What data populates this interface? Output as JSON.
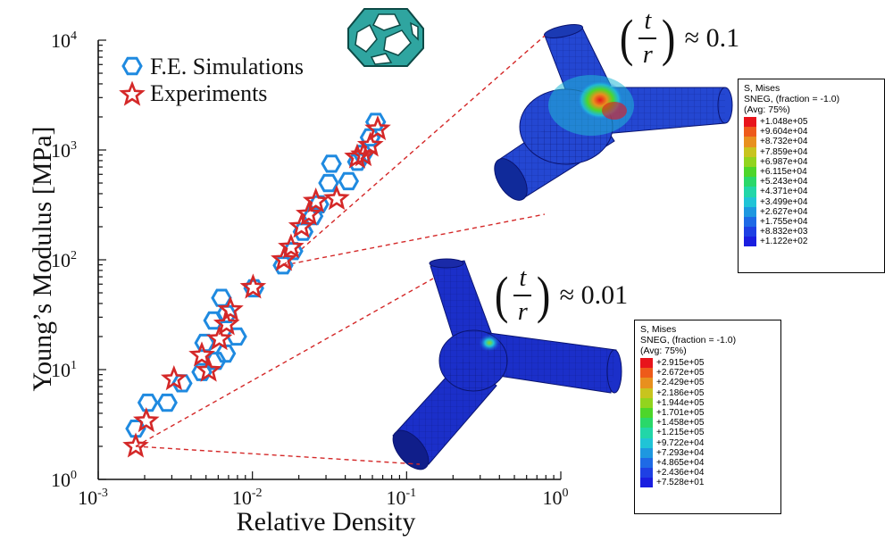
{
  "chart_data": {
    "type": "scatter",
    "xlabel": "Relative Density",
    "ylabel": "Young’s Modulus [MPa]",
    "x_scale": "log",
    "y_scale": "log",
    "xlim": [
      0.001,
      1
    ],
    "ylim": [
      1,
      10000
    ],
    "x_ticks": [
      {
        "base": "10",
        "exp": "-3"
      },
      {
        "base": "10",
        "exp": "-2"
      },
      {
        "base": "10",
        "exp": "-1"
      },
      {
        "base": "10",
        "exp": "0"
      }
    ],
    "y_ticks": [
      {
        "base": "10",
        "exp": "0"
      },
      {
        "base": "10",
        "exp": "1"
      },
      {
        "base": "10",
        "exp": "2"
      },
      {
        "base": "10",
        "exp": "3"
      },
      {
        "base": "10",
        "exp": "4"
      }
    ],
    "grid": false,
    "legend_position": "top-left",
    "series": [
      {
        "name": "F.E. Simulations",
        "marker": "hexagon",
        "color": "#1f8ae0",
        "points": [
          [
            0.00175,
            2.9
          ],
          [
            0.0021,
            5.0
          ],
          [
            0.0028,
            5.0
          ],
          [
            0.0035,
            7.5
          ],
          [
            0.0047,
            9.5
          ],
          [
            0.0049,
            17.5
          ],
          [
            0.0058,
            12.0
          ],
          [
            0.0067,
            14.0
          ],
          [
            0.0079,
            20.0
          ],
          [
            0.0056,
            28.0
          ],
          [
            0.0068,
            32.0
          ],
          [
            0.0063,
            45.0
          ],
          [
            0.0102,
            55.0
          ],
          [
            0.0158,
            89.0
          ],
          [
            0.0183,
            120.0
          ],
          [
            0.0213,
            180.0
          ],
          [
            0.0247,
            250.0
          ],
          [
            0.027,
            320.0
          ],
          [
            0.0312,
            500.0
          ],
          [
            0.0325,
            750.0
          ],
          [
            0.042,
            520.0
          ],
          [
            0.048,
            780.0
          ],
          [
            0.052,
            920.0
          ],
          [
            0.058,
            1300.0
          ],
          [
            0.063,
            1800.0
          ]
        ]
      },
      {
        "name": "Experiments",
        "marker": "star",
        "color": "#d42828",
        "points": [
          [
            0.00175,
            2.0
          ],
          [
            0.00205,
            3.4
          ],
          [
            0.0031,
            8.2
          ],
          [
            0.0047,
            13.5
          ],
          [
            0.0052,
            9.8
          ],
          [
            0.0061,
            19.0
          ],
          [
            0.0068,
            26.0
          ],
          [
            0.0072,
            35.0
          ],
          [
            0.0101,
            56.0
          ],
          [
            0.016,
            100.0
          ],
          [
            0.0178,
            130.0
          ],
          [
            0.0208,
            200.0
          ],
          [
            0.0232,
            260.0
          ],
          [
            0.0258,
            340.0
          ],
          [
            0.0352,
            360.0
          ],
          [
            0.0478,
            860.0
          ],
          [
            0.0525,
            900.0
          ],
          [
            0.0582,
            1100.0
          ],
          [
            0.065,
            1550.0
          ]
        ]
      }
    ]
  },
  "annotations": {
    "upper": {
      "num": "t",
      "den": "r",
      "approx": "≈ 0.1"
    },
    "lower": {
      "num": "t",
      "den": "r",
      "approx": "≈ 0.01"
    }
  },
  "contour_legends": {
    "upper": {
      "header": [
        "S, Mises",
        "SNEG, (fraction = -1.0)",
        "(Avg: 75%)"
      ],
      "labels": [
        "+1.048e+05",
        "+9.604e+04",
        "+8.732e+04",
        "+7.859e+04",
        "+6.987e+04",
        "+6.115e+04",
        "+5.243e+04",
        "+4.371e+04",
        "+3.499e+04",
        "+2.627e+04",
        "+1.755e+04",
        "+8.832e+03",
        "+1.122e+02"
      ]
    },
    "lower": {
      "header": [
        "S, Mises",
        "SNEG, (fraction = -1.0)",
        "(Avg: 75%)"
      ],
      "labels": [
        "+2.915e+05",
        "+2.672e+05",
        "+2.429e+05",
        "+2.186e+05",
        "+1.944e+05",
        "+1.701e+05",
        "+1.458e+05",
        "+1.215e+05",
        "+9.722e+04",
        "+7.293e+04",
        "+4.865e+04",
        "+2.436e+04",
        "+7.528e+01"
      ]
    },
    "colors": [
      "#e8141b",
      "#ee5a1a",
      "#e8901e",
      "#c8c41e",
      "#92d41e",
      "#4dd62a",
      "#2ad86a",
      "#22d6a8",
      "#20c4d6",
      "#1e98e0",
      "#1e6ae6",
      "#1e40e4",
      "#1a1ee0"
    ]
  },
  "colors": {
    "fe_marker": "#1f8ae0",
    "exp_marker": "#d42828",
    "guide_line": "#d42828",
    "mesh_low": "#1b2fc9",
    "cell_teal": "#2fa5a0"
  }
}
